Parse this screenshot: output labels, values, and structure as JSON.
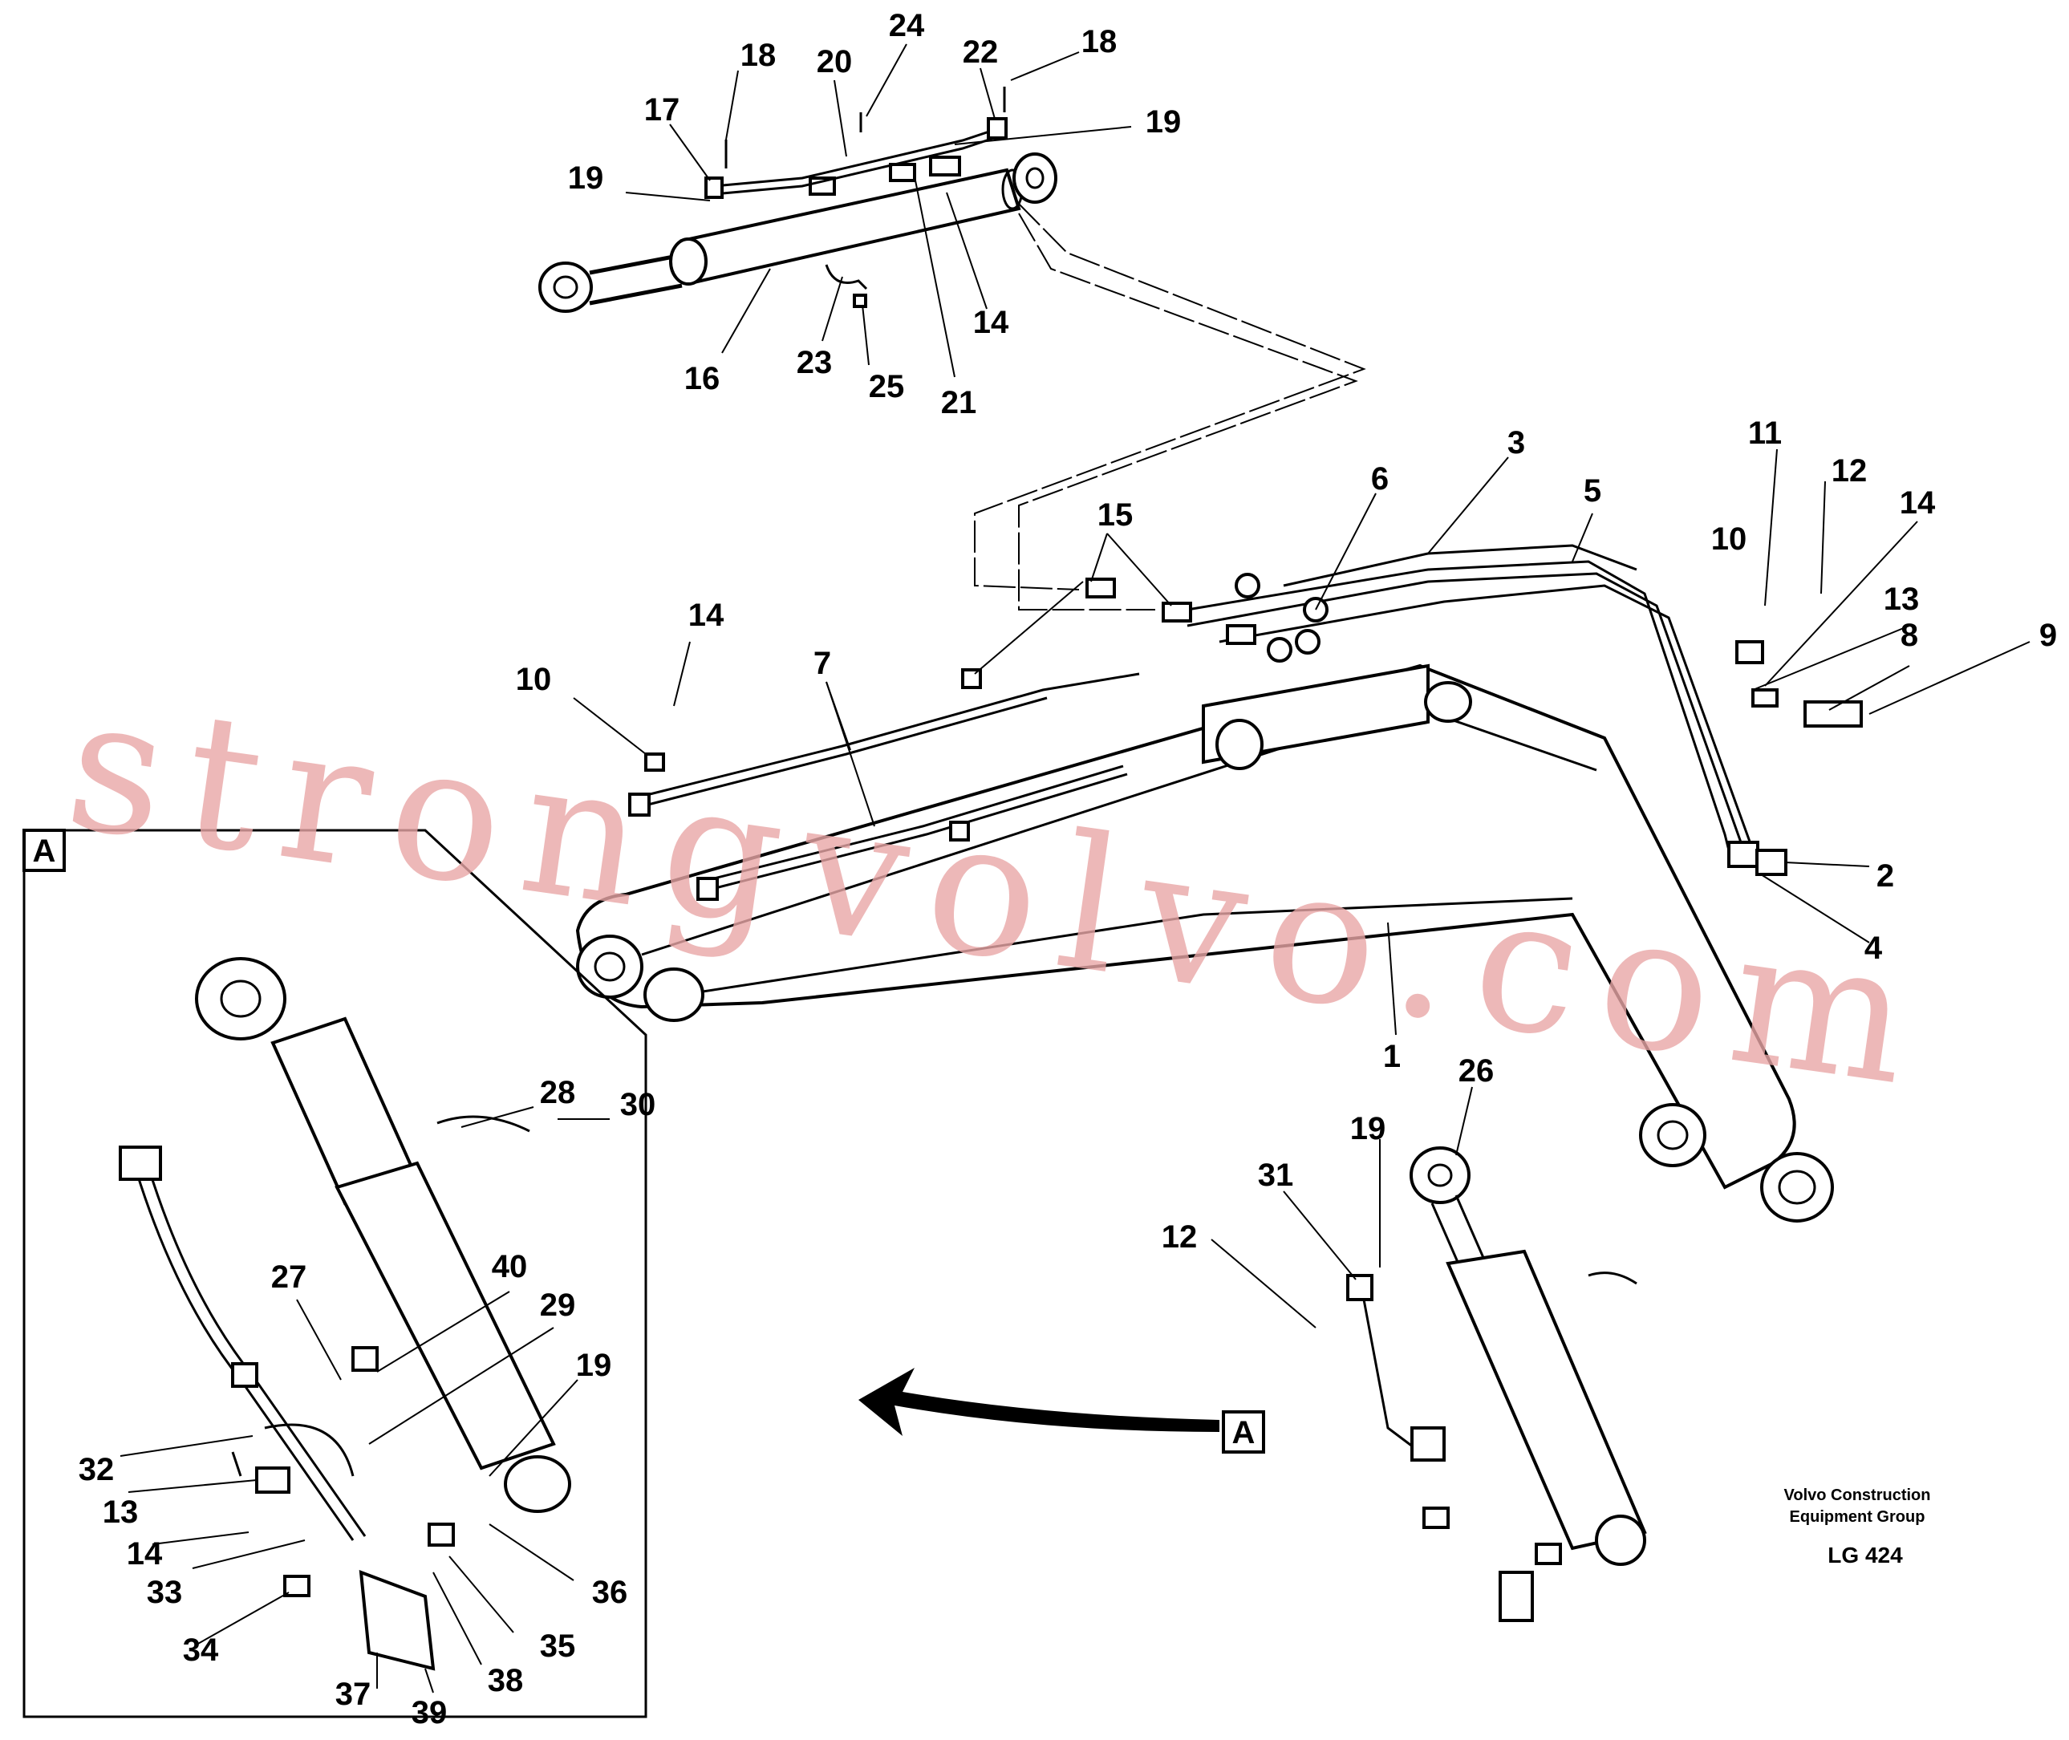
{
  "watermark": "strongvolvo.com",
  "detail_box_tag": "A",
  "arrow_tag": "A",
  "footer": {
    "company_line1": "Volvo Construction",
    "company_line2": "Equipment Group",
    "drawing_code": "LG 424"
  },
  "callouts": {
    "n1": "1",
    "n2": "2",
    "n3": "3",
    "n4": "4",
    "n5": "5",
    "n6": "6",
    "n7": "7",
    "n8": "8",
    "n9": "9",
    "n10a": "10",
    "n10b": "10",
    "n11": "11",
    "n12a": "12",
    "n12b": "12",
    "n13a": "13",
    "n13b": "13",
    "n14a": "14",
    "n14b": "14",
    "n14c": "14",
    "n14d": "14",
    "n15": "15",
    "n16": "16",
    "n17": "17",
    "n18a": "18",
    "n18b": "18",
    "n19a": "19",
    "n19b": "19",
    "n19c": "19",
    "n19d": "19",
    "n20": "20",
    "n21": "21",
    "n22": "22",
    "n23": "23",
    "n24": "24",
    "n25": "25",
    "n26": "26",
    "n27": "27",
    "n28": "28",
    "n29": "29",
    "n30": "30",
    "n31": "31",
    "n32": "32",
    "n33": "33",
    "n34": "34",
    "n35": "35",
    "n36": "36",
    "n37": "37",
    "n38": "38",
    "n39": "39",
    "n40": "40"
  }
}
